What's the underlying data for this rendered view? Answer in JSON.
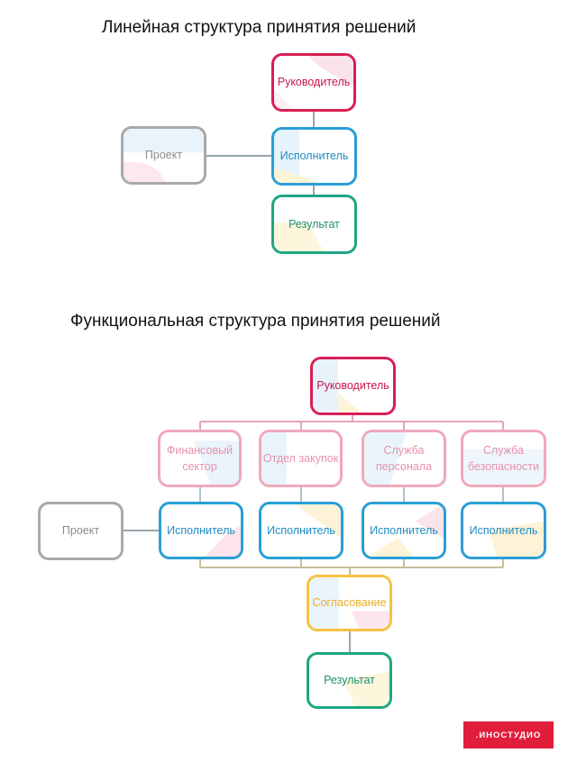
{
  "diagram1": {
    "title": "Линейная структура принятия решений",
    "manager": "Руководитель",
    "project": "Проект",
    "executor": "Исполнитель",
    "result": "Результат"
  },
  "diagram2": {
    "title": "Функциональная структура принятия решений",
    "manager": "Руководитель",
    "departments": [
      "Финансовый сектор",
      "Отдел закупок",
      "Служба персонала",
      "Служба безопасности"
    ],
    "executors": [
      "Исполнитель",
      "Исполнитель",
      "Исполнитель",
      "Исполнитель"
    ],
    "project": "Проект",
    "approval": "Согласование",
    "result": "Результат"
  },
  "logo_text": ".ИНОСТУДИО",
  "colors": {
    "manager": "#d81e55",
    "executor": "#2a9ed6",
    "result": "#1fa683",
    "project": "#a9a9a9",
    "department": "#f0a8bc",
    "approval": "#f6c243",
    "logo": "#e01e3c"
  }
}
